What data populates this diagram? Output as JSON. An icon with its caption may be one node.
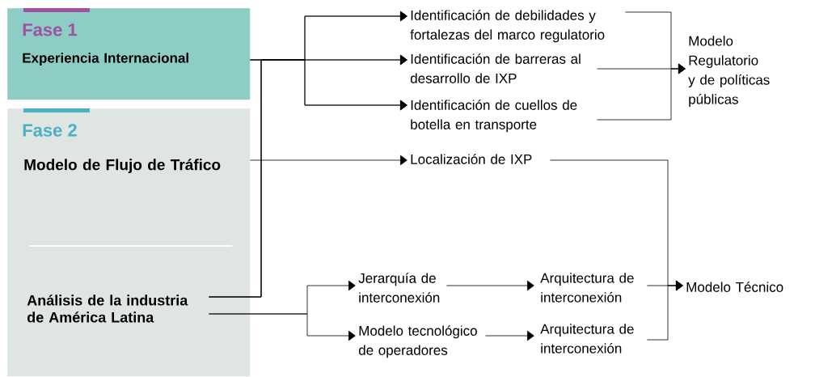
{
  "diagram": {
    "nodes": [
      {
        "text": [
          "Fase 1",
          "Experiencia Internacional"
        ]
      },
      {
        "text": [
          "Fase 2"
        ]
      },
      {
        "text": [
          "Modelo de Flujo de Tráfico"
        ],
        "in": 1
      },
      {
        "text": [
          "Análisis de la industria de América Latina"
        ],
        "in": 1
      },
      {
        "text": [
          "Identificación de debilidades y fortalezas del marco regulatorio"
        ]
      },
      {
        "text": [
          "Identificación de barreras al desarrollo de IXP"
        ]
      },
      {
        "text": [
          "Identificación de cuellos de botella en transporte"
        ]
      },
      {
        "text": [
          "Localización de IXP"
        ]
      },
      {
        "text": [
          "Modelo Regulatorio y de políticas públicas"
        ]
      },
      {
        "text": [
          "Jerarquía de interconexión"
        ]
      },
      {
        "text": [
          "Modelo tecnológico de operadores"
        ]
      },
      {
        "text": [
          "Arquitectura de interconexión"
        ]
      },
      {
        "text": [
          "Arquitectura de interconexión"
        ]
      },
      {
        "text": [
          "Modelo Técnico"
        ]
      }
    ],
    "edges": [
      {
        "from": 0,
        "to": 4,
        "arrow": "to"
      },
      {
        "from": 0,
        "to": 5,
        "arrow": "to"
      },
      {
        "from": 0,
        "to": 6,
        "arrow": "to"
      },
      {
        "from": 3,
        "to": 4,
        "arrow": "to"
      },
      {
        "from": 3,
        "to": 5,
        "arrow": "to"
      },
      {
        "from": 3,
        "to": 6,
        "arrow": "to"
      },
      {
        "from": 2,
        "to": 7,
        "arrow": "to"
      },
      {
        "from": 3,
        "to": 9,
        "arrow": "to"
      },
      {
        "from": 3,
        "to": 10,
        "arrow": "to"
      },
      {
        "from": 9,
        "to": 11,
        "arrow": "to"
      },
      {
        "from": 10,
        "to": 12,
        "arrow": "to"
      },
      {
        "from": 4,
        "to": 8,
        "arrow": "to"
      },
      {
        "from": 5,
        "to": 8,
        "arrow": "to"
      },
      {
        "from": 6,
        "to": 8,
        "arrow": "to"
      },
      {
        "from": 7,
        "to": 13,
        "arrow": "to"
      },
      {
        "from": 11,
        "to": 13,
        "arrow": "to"
      },
      {
        "from": 12,
        "to": 13,
        "arrow": "to"
      }
    ]
  }
}
